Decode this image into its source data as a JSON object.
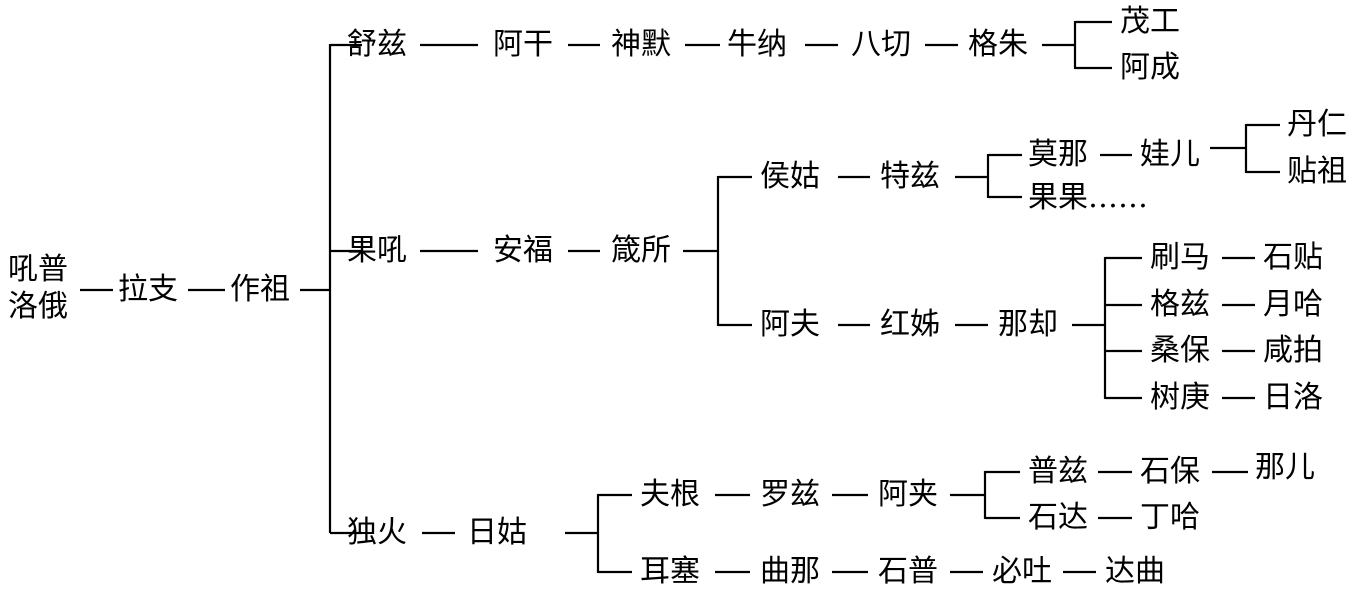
{
  "root": {
    "line1": "吼普",
    "line2": "洛俄"
  },
  "nodes": {
    "lazhi": "拉支",
    "zuozu": "作祖",
    "shuzi": "舒兹",
    "agan": "阿干",
    "shenmo": "神默",
    "niuna": "牛纳",
    "baqie": "八切",
    "gezhu": "格朱",
    "maogong": "茂工",
    "acheng": "阿成",
    "guohou": "果吼",
    "anfu": "安福",
    "jiansuo": "箴所",
    "hougu": "侯姑",
    "tezi": "特兹",
    "mona": "莫那",
    "waer": "娃儿",
    "danren": "丹仁",
    "tiezu": "贴祖",
    "guoguo": "果果……",
    "afu": "阿夫",
    "hongzi": "红姊",
    "naque": "那却",
    "shuama": "刷马",
    "shitie": "石贴",
    "gezi": "格兹",
    "yueha": "月哈",
    "sangbao": "桑保",
    "xianpai": "咸拍",
    "shugeng": "树庚",
    "riluo": "日洛",
    "duhuo": "独火",
    "rigu": "日姑",
    "fugen": "夫根",
    "luozi": "罗兹",
    "ajia": "阿夹",
    "puzi": "普兹",
    "shibao": "石保",
    "naer": "那儿",
    "shida": "石达",
    "dingha": "丁哈",
    "ersai": "耳塞",
    "quna": "曲那",
    "shipu": "石普",
    "bitu": "必吐",
    "daqu": "达曲"
  }
}
